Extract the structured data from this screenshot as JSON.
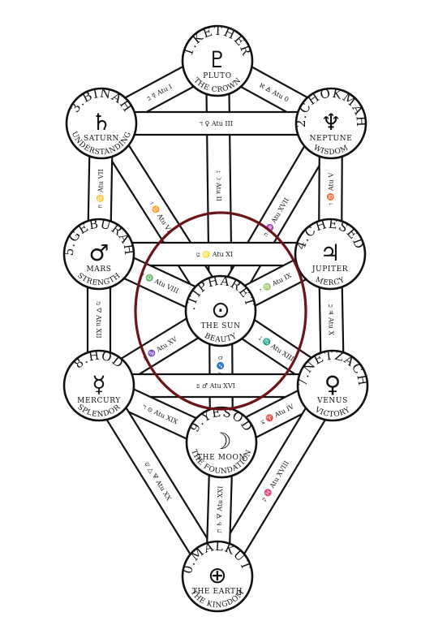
{
  "sephiroth": [
    {
      "id": "kether",
      "name": "1.KETHER",
      "planet": "PLUTO",
      "symbol": "♇",
      "title": "THE CROWN"
    },
    {
      "id": "chokmah",
      "name": "2.CHOKMAH",
      "planet": "NEPTUNE",
      "symbol": "♆",
      "title": "WISDOM"
    },
    {
      "id": "binah",
      "name": "3.BINAH",
      "planet": "SATURN",
      "symbol": "♄",
      "title": "UNDERSTANDING"
    },
    {
      "id": "chesed",
      "name": "4.CHESED",
      "planet": "JUPITER",
      "symbol": "♃",
      "title": "MERCY"
    },
    {
      "id": "geburah",
      "name": "5.GEBURAH",
      "planet": "MARS",
      "symbol": "♂",
      "title": "STRENGTH"
    },
    {
      "id": "tiphareth",
      "name": "6.TIPHARETH",
      "planet": "THE SUN",
      "symbol": "⊙",
      "title": "BEAUTY"
    },
    {
      "id": "netzach",
      "name": "7.NETZACH",
      "planet": "VENUS",
      "symbol": "♀",
      "title": "VICTORY"
    },
    {
      "id": "hod",
      "name": "8.HOD",
      "planet": "MERCURY",
      "symbol": "☿",
      "title": "SPLENDOR"
    },
    {
      "id": "yesod",
      "name": "9.YESOD",
      "planet": "THE MOON",
      "symbol": "☽",
      "title": "THE FOUNDATION"
    },
    {
      "id": "malkuth",
      "name": "10.MALKUTH",
      "planet": "THE EARTH",
      "symbol": "⊕",
      "title": "THE KINGDOM"
    }
  ],
  "paths": [
    {
      "id": "kether-chokmah",
      "label": "ℵ 🜁 Atu 0"
    },
    {
      "id": "kether-binah",
      "label": "ב ☿ Atu I"
    },
    {
      "id": "kether-tiphareth",
      "label": "ג ☽ Atu II"
    },
    {
      "id": "chokmah-binah",
      "label": "ד ♀ Atu III"
    },
    {
      "id": "chokmah-tiphareth",
      "label": "ה ♒ Atu XVII"
    },
    {
      "id": "chokmah-chesed",
      "label": "ו ♉ Atu V"
    },
    {
      "id": "binah-tiphareth",
      "label": "ז ♊ Atu VI"
    },
    {
      "id": "binah-geburah",
      "label": "ח ♋ Atu VII"
    },
    {
      "id": "chesed-geburah",
      "label": "ט ♌ Atu XI"
    },
    {
      "id": "chesed-tiphareth",
      "label": "י ♍ Atu IX"
    },
    {
      "id": "chesed-netzach",
      "label": "כ ♃ Atu X"
    },
    {
      "id": "geburah-tiphareth",
      "label": "ל ♎ Atu VIII"
    },
    {
      "id": "geburah-hod",
      "label": "מ 🜄 Atu XII"
    },
    {
      "id": "tiphareth-netzach",
      "label": "נ ♏ Atu XIII"
    },
    {
      "id": "tiphareth-yesod",
      "label": "ס ♐ Atu XIV"
    },
    {
      "id": "tiphareth-hod",
      "label": "ע ♑ Atu XV"
    },
    {
      "id": "netzach-hod",
      "label": "פ ♂ Atu XVI"
    },
    {
      "id": "netzach-yesod",
      "label": "צ ♈ Atu IV"
    },
    {
      "id": "netzach-malkuth",
      "label": "ק ♓ Atu XVIII"
    },
    {
      "id": "hod-yesod",
      "label": "ר ⊙ Atu XIX"
    },
    {
      "id": "hod-malkuth",
      "label": "ש △ 🜃 Atu XX"
    },
    {
      "id": "yesod-malkuth",
      "label": "ת ♄ 🜃 Atu XXI"
    }
  ],
  "highlight": {
    "target": "tiphareth",
    "color": "#6b1518"
  }
}
